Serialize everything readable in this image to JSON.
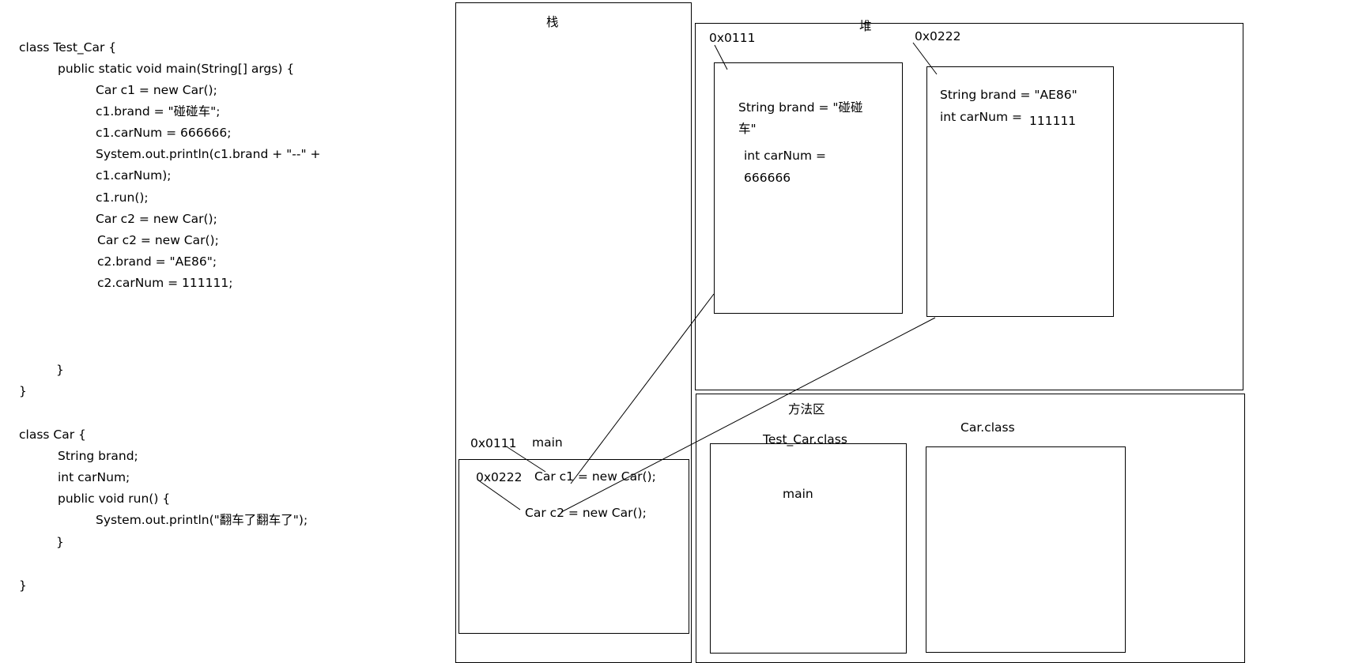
{
  "code_lines": [
    "class Test_Car {",
    "public static void main(String[] args) {",
    "Car c1 = new Car();",
    "c1.brand = \"碰碰车\";",
    "c1.carNum = 666666;",
    "System.out.println(c1.brand + \"--\" +",
    "c1.carNum);",
    "c1.run();",
    "Car c2 = new Car();",
    "Car c2 = new Car();",
    "c2.brand = \"AE86\";",
    "c2.carNum = 111111;",
    "}",
    "}",
    "class Car {",
    "String brand;",
    "int carNum;",
    "public void run() {",
    "System.out.println(\"翻车了翻车了\");",
    "}",
    "}"
  ],
  "stack": {
    "title": "栈",
    "frame_label": "main",
    "frame_line_1": "Car c1 = new Car();",
    "frame_line_2": "Car c2 = new Car();",
    "addr_1": "0x0111",
    "addr_2": "0x0222"
  },
  "heap": {
    "title": "堆",
    "obj1": {
      "address": "0x0111",
      "line1": "String brand = \"碰碰",
      "line2": "车\"",
      "line3": "int carNum =",
      "line4": "666666"
    },
    "obj2": {
      "address": "0x0222",
      "line1": "String brand = \"AE86\"",
      "line2": "int carNum =",
      "line3": "111111"
    }
  },
  "method_area": {
    "title": "方法区",
    "class1_label": "Test_Car.class",
    "class1_member": "main",
    "class2_label": "Car.class"
  }
}
